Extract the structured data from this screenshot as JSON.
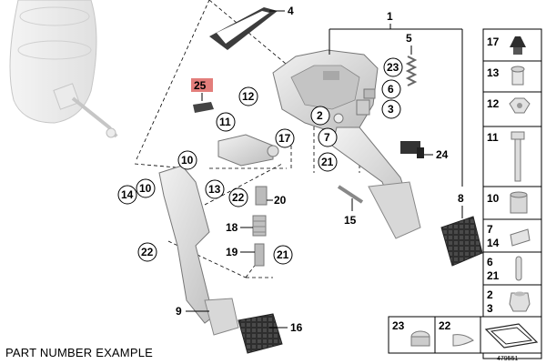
{
  "caption": "PART NUMBER EXAMPLE",
  "diagram_id": "479551",
  "callouts": {
    "c1": "1",
    "c2": "2",
    "c3": "3",
    "c4": "4",
    "c5": "5",
    "c6": "6",
    "c7": "7",
    "c8": "8",
    "c9": "9",
    "c10a": "10",
    "c10b": "10",
    "c11": "11",
    "c12": "12",
    "c13": "13",
    "c14": "14",
    "c15": "15",
    "c16": "16",
    "c17": "17",
    "c18": "18",
    "c19": "19",
    "c20": "20",
    "c21a": "21",
    "c21b": "21",
    "c22": "22",
    "c23": "23",
    "c24": "24",
    "c25": "25"
  },
  "legend": {
    "r1": "17",
    "r2": "13",
    "r3": "12",
    "r4": "11",
    "r5": "10",
    "r6a": "7",
    "r6b": "14",
    "r7a": "6",
    "r7b": "21",
    "r8a": "2",
    "r8b": "3",
    "b1": "23",
    "b2": "22"
  },
  "colors": {
    "highlight_box": "#d9534f",
    "part_grey": "#d6d6d6",
    "part_dark": "#5a5a5a"
  }
}
